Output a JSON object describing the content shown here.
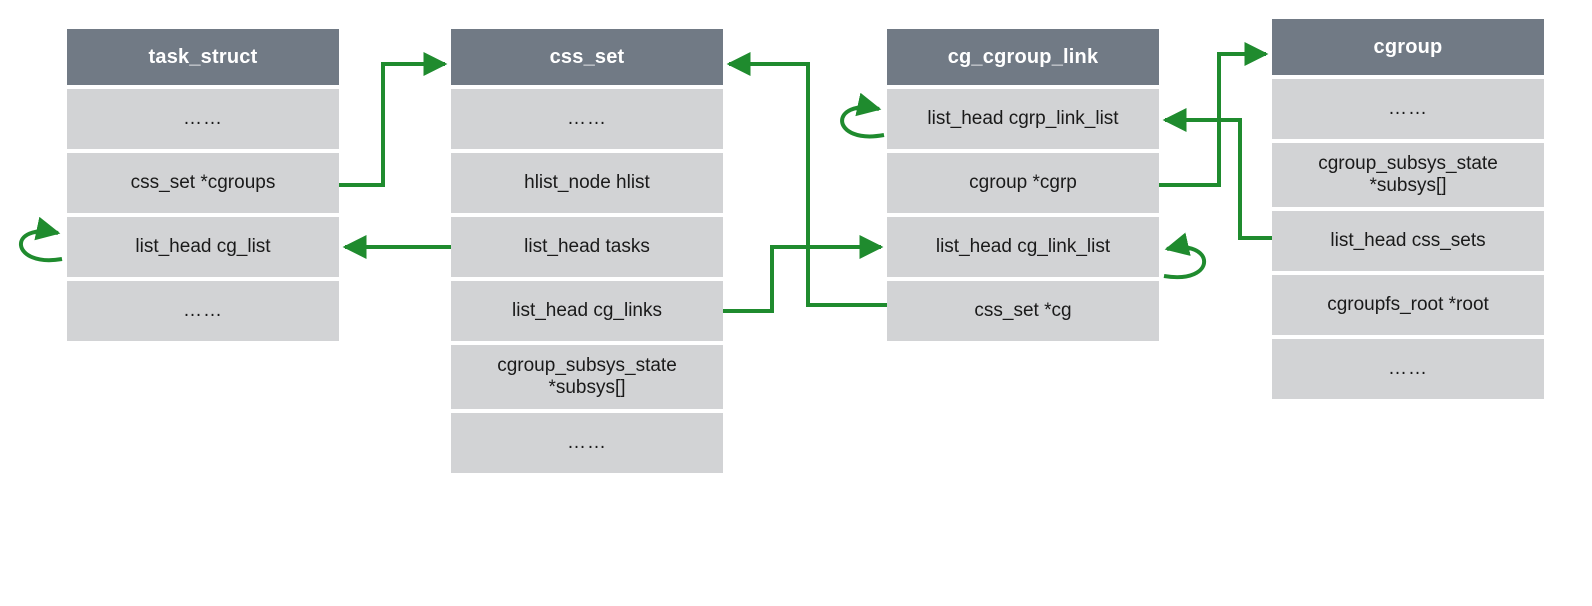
{
  "diagram": {
    "title": "",
    "accent_color": "#1f8b2e",
    "header_color": "#717a85",
    "row_color": "#d2d3d5",
    "background_color": "#ffffff",
    "ellipsis": "……"
  },
  "structs": [
    {
      "name": "task_struct",
      "rows": [
        {
          "label": "……",
          "kind": "ellipsis"
        },
        {
          "label": "css_set *cgroups",
          "kind": "field"
        },
        {
          "label": "list_head cg_list",
          "kind": "field"
        },
        {
          "label": "……",
          "kind": "ellipsis"
        }
      ]
    },
    {
      "name": "css_set",
      "rows": [
        {
          "label": "……",
          "kind": "ellipsis"
        },
        {
          "label": "hlist_node hlist",
          "kind": "field"
        },
        {
          "label": "list_head tasks",
          "kind": "field"
        },
        {
          "label": "list_head cg_links",
          "kind": "field"
        },
        {
          "label": "cgroup_subsys_state *subsys[]",
          "kind": "field"
        },
        {
          "label": "……",
          "kind": "ellipsis"
        }
      ]
    },
    {
      "name": "cg_cgroup_link",
      "rows": [
        {
          "label": "list_head cgrp_link_list",
          "kind": "field"
        },
        {
          "label": "cgroup *cgrp",
          "kind": "field"
        },
        {
          "label": "list_head cg_link_list",
          "kind": "field"
        },
        {
          "label": "css_set *cg",
          "kind": "field"
        }
      ]
    },
    {
      "name": "cgroup",
      "rows": [
        {
          "label": "……",
          "kind": "ellipsis"
        },
        {
          "label": "cgroup_subsys_state *subsys[]",
          "kind": "field"
        },
        {
          "label": "list_head css_sets",
          "kind": "field"
        },
        {
          "label": "cgroupfs_root *root",
          "kind": "field"
        },
        {
          "label": "……",
          "kind": "ellipsis"
        }
      ]
    }
  ],
  "connections": [
    {
      "from": "task_struct.css_set *cgroups",
      "to": "css_set (header)"
    },
    {
      "from": "css_set.list_head tasks",
      "to": "task_struct.list_head cg_list"
    },
    {
      "from": "task_struct.list_head cg_list",
      "to": "task_struct.list_head cg_list (self-loop)"
    },
    {
      "from": "css_set.list_head cg_links",
      "to": "cg_cgroup_link.list_head cg_link_list"
    },
    {
      "from": "cg_cgroup_link.css_set *cg",
      "to": "css_set (header)"
    },
    {
      "from": "cg_cgroup_link.cgroup *cgrp",
      "to": "cgroup (header)"
    },
    {
      "from": "cgroup.list_head css_sets",
      "to": "cg_cgroup_link.list_head cgrp_link_list"
    },
    {
      "from": "cg_cgroup_link.list_head cgrp_link_list",
      "to": "cg_cgroup_link.list_head cgrp_link_list (self-loop)"
    },
    {
      "from": "cg_cgroup_link.list_head cg_link_list",
      "to": "cg_cgroup_link.list_head cg_link_list (self-loop)"
    }
  ]
}
